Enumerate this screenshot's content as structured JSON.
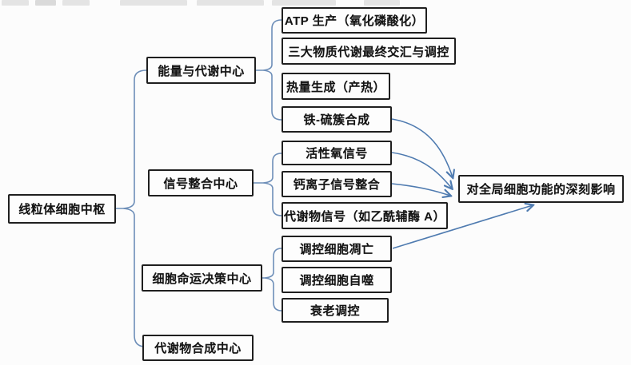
{
  "diagram": {
    "root": {
      "label": "线粒体细胞中枢"
    },
    "branches": [
      {
        "label": "能量与代谢中心",
        "children": [
          "ATP 生产（氧化磷酸化）",
          "三大物质代谢最终交汇与调控",
          "热量生成（产热）",
          "铁-硫簇合成"
        ]
      },
      {
        "label": "信号整合中心",
        "children": [
          "活性氧信号",
          "钙离子信号整合",
          "代谢物信号（如乙酰辅酶 A）"
        ]
      },
      {
        "label": "细胞命运决策中心",
        "children": [
          "调控细胞凋亡",
          "调控细胞自噬",
          "衰老调控"
        ]
      },
      {
        "label": "代谢物合成中心",
        "children": []
      }
    ],
    "outcome": {
      "label": "对全局细胞功能的深刻影响"
    },
    "colors": {
      "brace": "#6d8eb8",
      "arrow": "#4f7bb0",
      "box_border": "#1f1f1f",
      "text": "#141414",
      "background": "#fcfcfc"
    }
  }
}
